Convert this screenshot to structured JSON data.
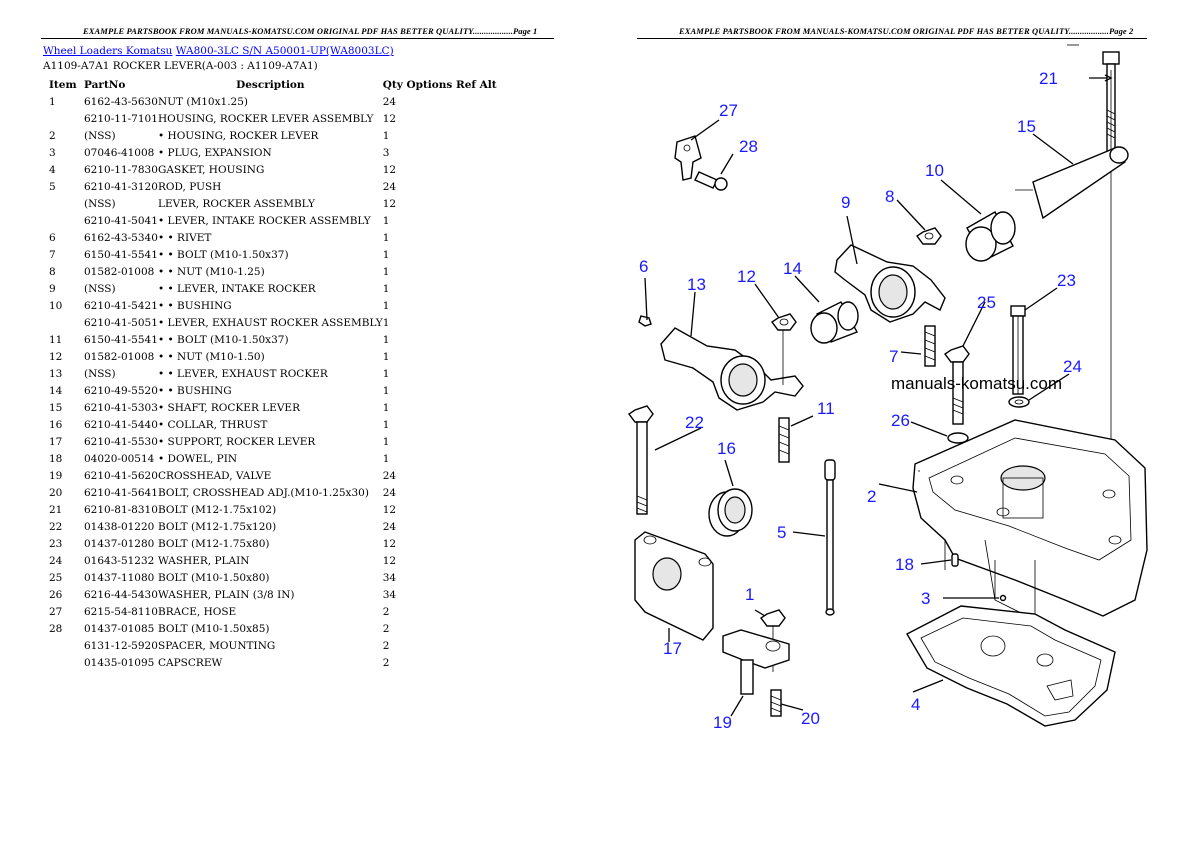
{
  "page1": {
    "header": "EXAMPLE PARTSBOOK FROM MANUALS-KOMATSU.COM ORIGINAL PDF HAS BETTER QUALITY..................Page 1",
    "breadcrumb": {
      "link1": "Wheel Loaders Komatsu",
      "link2": "WA800-3LC S/N A50001-UP(WA8003LC)"
    },
    "subtitle": "A1109-A7A1 ROCKER LEVER(A-003 : A1109-A7A1)",
    "columns": {
      "item": "Item",
      "partno": "PartNo",
      "description": "Description",
      "qty_options": "Qty Options Ref Alt"
    },
    "rows": [
      {
        "item": "1",
        "partno": "6162-43-5630",
        "desc": "NUT (M10x1.25)",
        "qty": "24"
      },
      {
        "item": "",
        "partno": "6210-11-7101",
        "desc": "HOUSING, ROCKER LEVER ASSEMBLY",
        "qty": "12"
      },
      {
        "item": "2",
        "partno": "(NSS)",
        "desc": "• HOUSING, ROCKER LEVER",
        "qty": "1"
      },
      {
        "item": "3",
        "partno": "07046-41008",
        "desc": "• PLUG, EXPANSION",
        "qty": "3"
      },
      {
        "item": "4",
        "partno": "6210-11-7830",
        "desc": "GASKET, HOUSING",
        "qty": "12"
      },
      {
        "item": "5",
        "partno": "6210-41-3120",
        "desc": "ROD, PUSH",
        "qty": "24"
      },
      {
        "item": "",
        "partno": "(NSS)",
        "desc": "LEVER, ROCKER ASSEMBLY",
        "qty": "12"
      },
      {
        "item": "",
        "partno": "6210-41-5041",
        "desc": "• LEVER, INTAKE ROCKER ASSEMBLY",
        "qty": "1"
      },
      {
        "item": "6",
        "partno": "6162-43-5340",
        "desc": "• • RIVET",
        "qty": "1"
      },
      {
        "item": "7",
        "partno": "6150-41-5541",
        "desc": "• • BOLT (M10-1.50x37)",
        "qty": "1"
      },
      {
        "item": "8",
        "partno": "01582-01008",
        "desc": "• • NUT (M10-1.25)",
        "qty": "1"
      },
      {
        "item": "9",
        "partno": "(NSS)",
        "desc": "• • LEVER, INTAKE ROCKER",
        "qty": "1"
      },
      {
        "item": "10",
        "partno": "6210-41-5421",
        "desc": "• • BUSHING",
        "qty": "1"
      },
      {
        "item": "",
        "partno": "6210-41-5051",
        "desc": "• LEVER, EXHAUST ROCKER ASSEMBLY",
        "qty": "1"
      },
      {
        "item": "11",
        "partno": "6150-41-5541",
        "desc": "• • BOLT (M10-1.50x37)",
        "qty": "1"
      },
      {
        "item": "12",
        "partno": "01582-01008",
        "desc": "• • NUT (M10-1.50)",
        "qty": "1"
      },
      {
        "item": "13",
        "partno": "(NSS)",
        "desc": "• • LEVER, EXHAUST ROCKER",
        "qty": "1"
      },
      {
        "item": "14",
        "partno": "6210-49-5520",
        "desc": "• • BUSHING",
        "qty": "1"
      },
      {
        "item": "15",
        "partno": "6210-41-5303",
        "desc": "• SHAFT, ROCKER LEVER",
        "qty": "1"
      },
      {
        "item": "16",
        "partno": "6210-41-5440",
        "desc": "• COLLAR, THRUST",
        "qty": "1"
      },
      {
        "item": "17",
        "partno": "6210-41-5530",
        "desc": "• SUPPORT, ROCKER LEVER",
        "qty": "1"
      },
      {
        "item": "18",
        "partno": "04020-00514",
        "desc": "• DOWEL, PIN",
        "qty": "1"
      },
      {
        "item": "19",
        "partno": "6210-41-5620",
        "desc": "CROSSHEAD, VALVE",
        "qty": "24"
      },
      {
        "item": "20",
        "partno": "6210-41-5641",
        "desc": "BOLT, CROSSHEAD ADJ.(M10-1.25x30)",
        "qty": "24"
      },
      {
        "item": "21",
        "partno": "6210-81-8310",
        "desc": "BOLT (M12-1.75x102)",
        "qty": "12"
      },
      {
        "item": "22",
        "partno": "01438-01220",
        "desc": "BOLT (M12-1.75x120)",
        "qty": "24"
      },
      {
        "item": "23",
        "partno": "01437-01280",
        "desc": "BOLT (M12-1.75x80)",
        "qty": "12"
      },
      {
        "item": "24",
        "partno": "01643-51232",
        "desc": "WASHER, PLAIN",
        "qty": "12"
      },
      {
        "item": "25",
        "partno": "01437-11080",
        "desc": "BOLT (M10-1.50x80)",
        "qty": "34"
      },
      {
        "item": "26",
        "partno": "6216-44-5430",
        "desc": "WASHER, PLAIN (3/8 IN)",
        "qty": "34"
      },
      {
        "item": "27",
        "partno": "6215-54-8110",
        "desc": "BRACE, HOSE",
        "qty": "2"
      },
      {
        "item": "28",
        "partno": "01437-01085",
        "desc": "BOLT (M10-1.50x85)",
        "qty": "2"
      },
      {
        "item": "",
        "partno": "6131-12-5920",
        "desc": "SPACER, MOUNTING",
        "qty": "2"
      },
      {
        "item": "",
        "partno": "01435-01095",
        "desc": "CAPSCREW",
        "qty": "2"
      }
    ]
  },
  "page2": {
    "header": "EXAMPLE PARTSBOOK FROM MANUALS-KOMATSU.COM ORIGINAL PDF HAS BETTER QUALITY..................Page 2",
    "watermark": "manuals-komatsu.com",
    "callouts": {
      "c1": "1",
      "c2": "2",
      "c3": "3",
      "c4": "4",
      "c5": "5",
      "c6": "6",
      "c7": "7",
      "c8": "8",
      "c9": "9",
      "c10": "10",
      "c11": "11",
      "c12": "12",
      "c13": "13",
      "c14": "14",
      "c15": "15",
      "c16": "16",
      "c17": "17",
      "c18": "18",
      "c19": "19",
      "c20": "20",
      "c21": "21",
      "c22": "22",
      "c23": "23",
      "c24": "24",
      "c25": "25",
      "c26": "26",
      "c27": "27",
      "c28": "28"
    },
    "callout_color": "#1a1aff"
  }
}
